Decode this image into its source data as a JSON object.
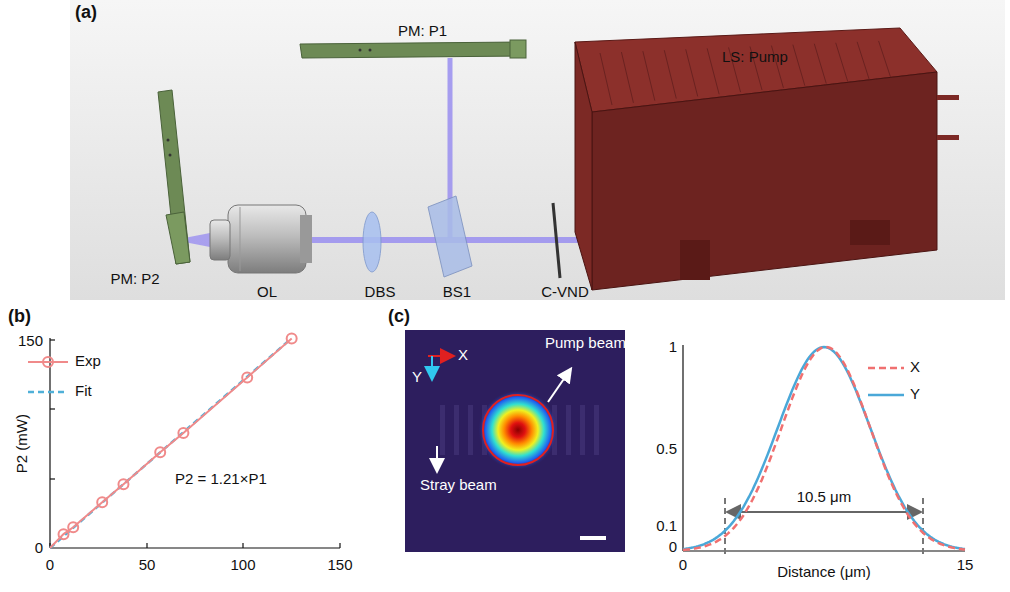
{
  "diagram": {
    "labels": [
      "(a)",
      "PM: P1",
      "LS: Pump",
      "OL",
      "DBS",
      "BS1",
      "C-VND",
      "PM: P2",
      "(b)",
      "P2 (mW)",
      "150",
      "0",
      "0",
      "50",
      "100",
      "150",
      "P2 = 1.21×P1",
      "(c)",
      "X",
      "Y",
      "Pump beam",
      "Stray beam",
      "1",
      "0.5",
      "0.1",
      "0",
      "0",
      "10.5 μm",
      "Distance (μm)",
      "15"
    ],
    "legend": [
      {
        "text": "Exp"
      },
      {
        "text": "Fit"
      },
      {
        "text": "X"
      },
      {
        "text": "Y"
      }
    ]
  }
}
